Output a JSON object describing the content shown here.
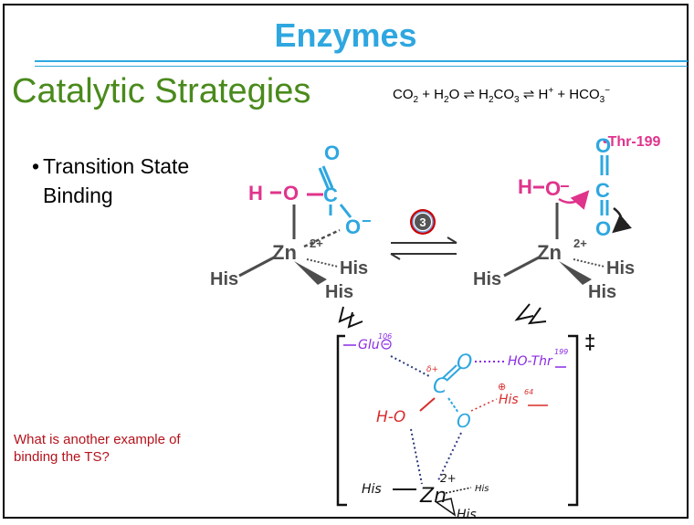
{
  "slide": {
    "title": "Enzymes",
    "subtitle": "Catalytic Strategies",
    "equation": {
      "co2": "CO",
      "co2_sub": "2",
      "plus1": " + H",
      "h2o_sub": "2",
      "o": "O",
      "eq1": " ⇌ H",
      "h2co3_sub1": "2",
      "co3": "CO",
      "h2co3_sub2": "3",
      "eq2": " ⇌ H",
      "hplus": "+",
      "plus2": " + HCO",
      "hco3_sub": "3",
      "hco3_sup": "−"
    },
    "bullet": "Transition State Binding",
    "question": "What is another example of binding the TS?"
  },
  "diagram": {
    "left": {
      "o_top": "O",
      "h": "H",
      "o_left": "O",
      "c": "C",
      "o_right": "O",
      "minus": "−",
      "zn": "Zn",
      "zn_charge": "2+",
      "his1": "His",
      "his2": "His",
      "his3": "His"
    },
    "right": {
      "thr_label": "•Thr-199",
      "o_top": "O",
      "h": "H",
      "o_left": "O",
      "minus": "−",
      "c": "C",
      "o_bottom": "O",
      "zn": "Zn",
      "zn_charge": "2+",
      "his1": "His",
      "his2": "His",
      "his3": "His"
    },
    "step_number": "3",
    "ts": {
      "dagger": "‡",
      "glu": "Glu",
      "glu_num": "106",
      "thr": "HO-Thr",
      "thr_num": "199",
      "c": "C",
      "c_charge": "δ+",
      "o_top": "O",
      "his64": "His",
      "his64_num": "64",
      "his64_charge": "⊕",
      "ho": "H-O",
      "o_right": "O",
      "zn": "Zn",
      "zn_charge": "2+",
      "his1": "His",
      "his2": "His",
      "his3": "His"
    }
  },
  "colors": {
    "title": "#2ea7e0",
    "subtitle": "#4a8a1c",
    "cyan": "#2ea7e0",
    "magenta": "#e0348c",
    "gray": "#4d4d4d",
    "question": "#b5121b",
    "purple": "#8a2be2"
  }
}
